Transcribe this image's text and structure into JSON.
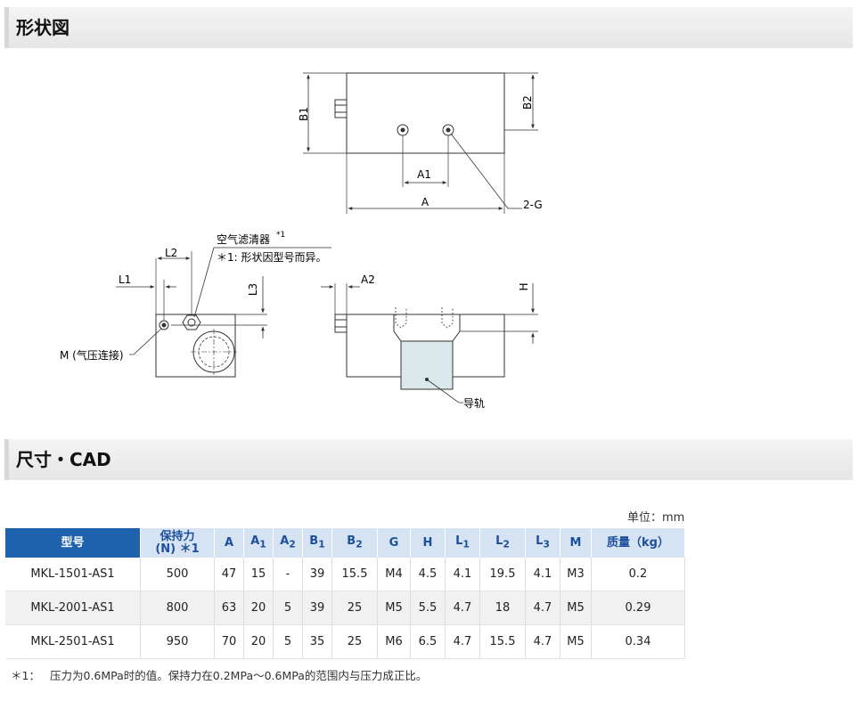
{
  "sections": {
    "shape_title": "形状図",
    "dimension_title": "尺寸・CAD"
  },
  "drawing": {
    "top_view": {
      "b1": "B1",
      "b2": "B2",
      "a1": "A1",
      "a": "A",
      "g": "2-G"
    },
    "side_view": {
      "filter_label": "空气滤清器",
      "filter_sup": "*1",
      "filter_note": "＊1: 形状因型号而异。",
      "l1": "L1",
      "l2": "L2",
      "l3": "L3",
      "m_label": "M (气压连接)"
    },
    "front_view": {
      "a2": "A2",
      "h": "H",
      "rail_label": "导轨"
    }
  },
  "unit": "单位：mm",
  "table": {
    "headers": [
      {
        "main": "型号",
        "sub": ""
      },
      {
        "main": "保持力",
        "sub": "(N)  ＊1"
      },
      {
        "main": "A",
        "sub": ""
      },
      {
        "main": "A",
        "sub": "1"
      },
      {
        "main": "A",
        "sub": "2"
      },
      {
        "main": "B",
        "sub": "1"
      },
      {
        "main": "B",
        "sub": "2"
      },
      {
        "main": "G",
        "sub": ""
      },
      {
        "main": "H",
        "sub": ""
      },
      {
        "main": "L",
        "sub": "1"
      },
      {
        "main": "L",
        "sub": "2"
      },
      {
        "main": "L",
        "sub": "3"
      },
      {
        "main": "M",
        "sub": ""
      },
      {
        "main": "质量（kg）",
        "sub": ""
      }
    ],
    "rows": [
      [
        "MKL-1501-AS1",
        "500",
        "47",
        "15",
        "-",
        "39",
        "15.5",
        "M4",
        "4.5",
        "4.1",
        "19.5",
        "4.1",
        "M3",
        "0.2"
      ],
      [
        "MKL-2001-AS1",
        "800",
        "63",
        "20",
        "5",
        "39",
        "25",
        "M5",
        "5.5",
        "4.7",
        "18",
        "4.7",
        "M5",
        "0.29"
      ],
      [
        "MKL-2501-AS1",
        "950",
        "70",
        "20",
        "5",
        "35",
        "25",
        "M6",
        "6.5",
        "4.7",
        "15.5",
        "4.7",
        "M5",
        "0.34"
      ]
    ]
  },
  "footnote": {
    "mark": "＊1：",
    "text": "压力为0.6MPa时的值。保持力在0.2MPa～0.6MPa的范围内与压力成正比。"
  },
  "colors": {
    "header_blue": "#1e62ad",
    "header_light": "#d5e3f2",
    "header_text": "#1e4f9c",
    "rail_fill": "#dbe9ec"
  }
}
